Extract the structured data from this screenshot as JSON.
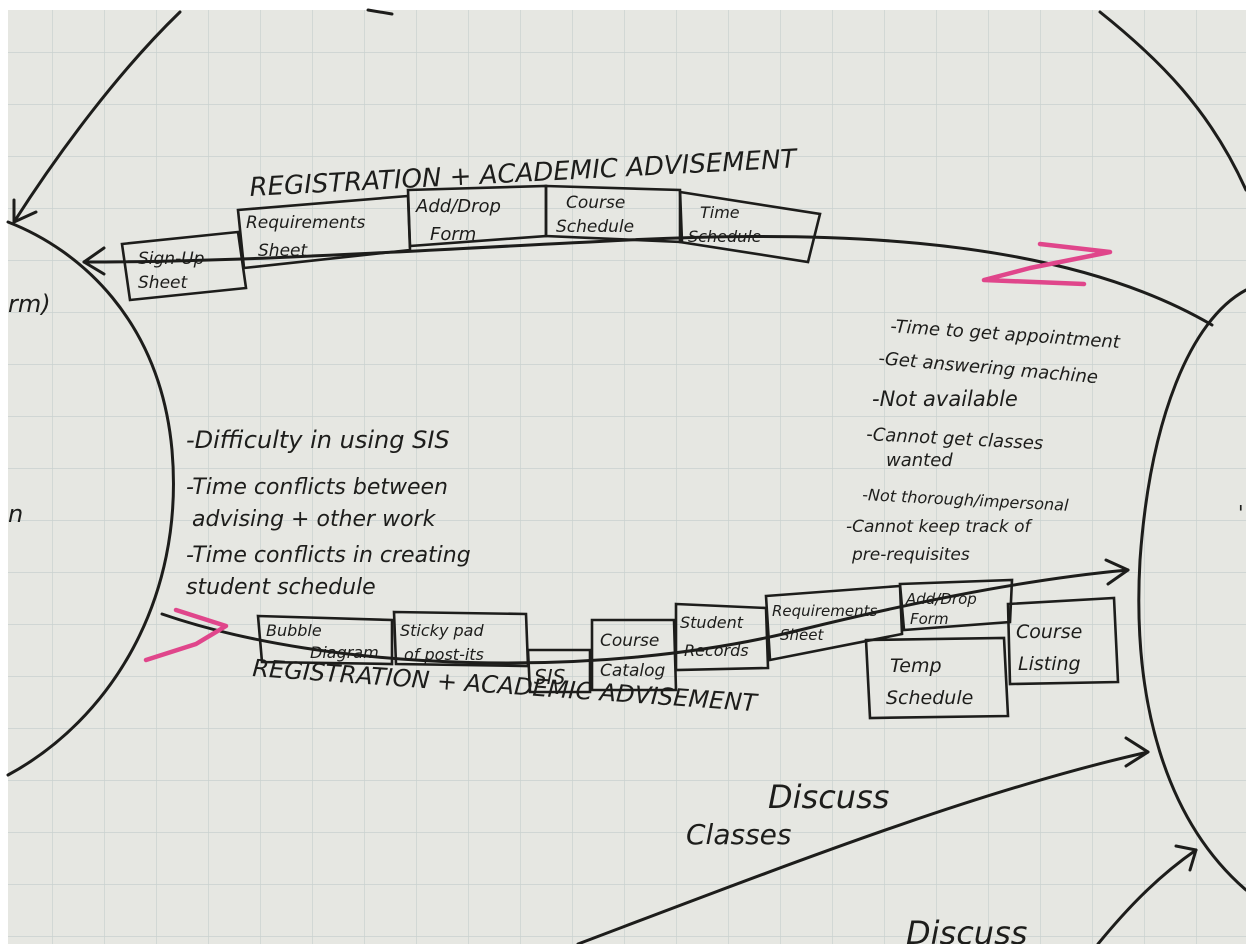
{
  "colors": {
    "paper": "#e6e7e2",
    "grid": "#c9d1cf",
    "ink": "#1d1d1b",
    "highlight": "#e0468b"
  },
  "top_flow": {
    "title": "REGISTRATION + ACADEMIC ADVISEMENT",
    "artifacts": [
      {
        "line1": "Sign-Up",
        "line2": "Sheet"
      },
      {
        "line1": "Requirements",
        "line2": "Sheet"
      },
      {
        "line1": "Add/Drop",
        "line2": "Form"
      },
      {
        "line1": "Course",
        "line2": "Schedule"
      },
      {
        "line1": "Time",
        "line2": "Schedule"
      }
    ]
  },
  "left_issues": [
    "-Difficulty in using SIS",
    "-Time conflicts between",
    "advising + other work",
    "-Time conflicts in creating",
    "student schedule"
  ],
  "right_issues": [
    "-Time to get appointment",
    "-Get answering machine",
    "-Not available",
    "-Cannot get classes",
    "wanted",
    "-Not thorough/impersonal",
    "-Cannot keep track of",
    "pre-requisites"
  ],
  "bottom_flow": {
    "title": "REGISTRATION + ACADEMIC ADVISEMENT",
    "artifacts": [
      {
        "line1": "Bubble",
        "line2": "Diagram"
      },
      {
        "line1": "Sticky pad",
        "line2": "of post-its"
      },
      {
        "line1": "SIS",
        "line2": ""
      },
      {
        "line1": "Course",
        "line2": "Catalog"
      },
      {
        "line1": "Student",
        "line2": "Records"
      },
      {
        "line1": "Requirements",
        "line2": "Sheet"
      },
      {
        "line1": "Add/Drop",
        "line2": "Form"
      },
      {
        "line1": "Temp",
        "line2": "Schedule"
      },
      {
        "line1": "Course",
        "line2": "Listing"
      }
    ]
  },
  "left_node_fragments": [
    "rm)",
    "n"
  ],
  "lower_labels": {
    "discuss_classes_1": "Discuss",
    "discuss_classes_2": "Classes",
    "discuss_bottom": "Discuss"
  }
}
